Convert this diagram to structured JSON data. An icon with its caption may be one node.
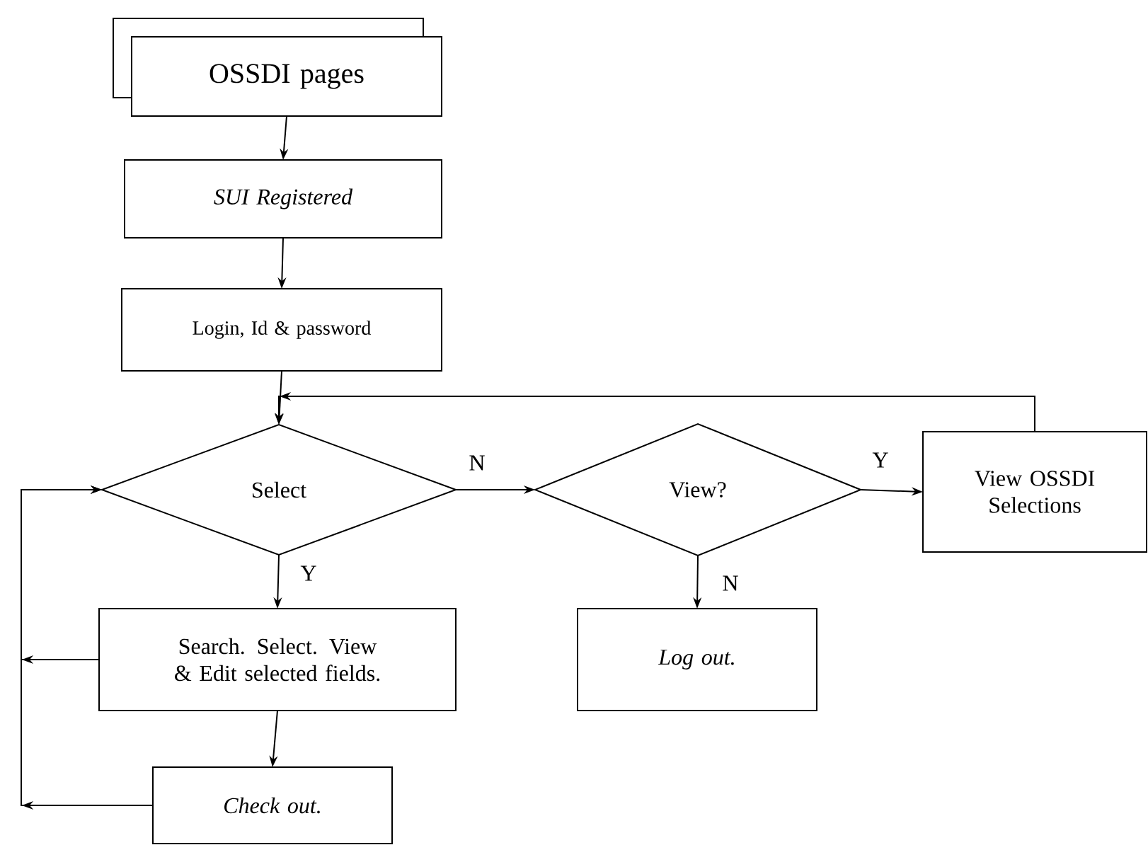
{
  "diagram": {
    "nodes": [
      {
        "text": [
          "OSSDI pages"
        ]
      },
      {
        "text": [
          "SUI Registered"
        ]
      },
      {
        "text": [
          "Login, Id & password"
        ]
      },
      {
        "text": [
          "Select"
        ]
      },
      {
        "text": [
          "View?"
        ]
      },
      {
        "text": [
          "View OSSDI Selections"
        ]
      },
      {
        "text": [
          "Log out."
        ]
      },
      {
        "text": [
          "Search. Select. View & Edit selected fields."
        ]
      },
      {
        "text": [
          "Check out."
        ]
      }
    ],
    "edges": [
      {
        "from": 0,
        "to": 1,
        "arrow": "to"
      },
      {
        "from": 1,
        "to": 2,
        "arrow": "to"
      },
      {
        "from": 2,
        "to": 3,
        "arrow": "to"
      },
      {
        "from": 5,
        "to": 3,
        "arrow": "to"
      },
      {
        "from": 3,
        "to": 4,
        "arrow": "to",
        "label": "N"
      },
      {
        "from": 4,
        "to": 5,
        "arrow": "to",
        "label": "Y"
      },
      {
        "from": 4,
        "to": 6,
        "arrow": "to",
        "label": "N"
      },
      {
        "from": 3,
        "to": 7,
        "arrow": "to",
        "label": "Y"
      },
      {
        "from": 7,
        "to": 8,
        "arrow": "to"
      },
      {
        "from": 7,
        "to": 3,
        "arrow": "to"
      },
      {
        "from": 8,
        "to": 3,
        "arrow": "to"
      }
    ]
  }
}
